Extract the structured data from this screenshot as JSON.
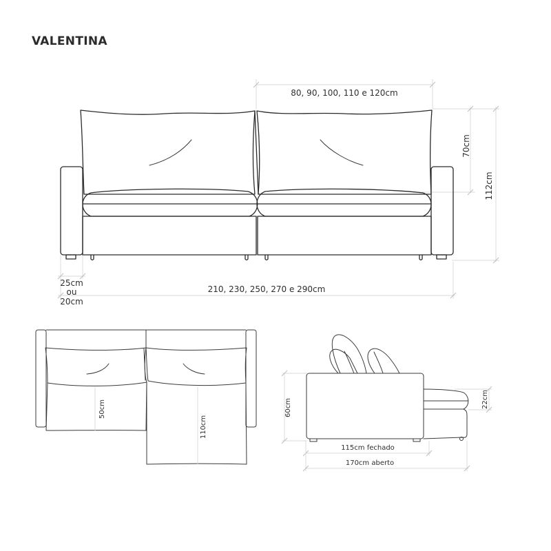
{
  "title": "VALENTINA",
  "front_view": {
    "backrest_width_label": "80, 90, 100, 110 e 120cm",
    "backrest_height_label": "70cm",
    "total_height_label": "112cm",
    "total_width_label": "210, 230, 250, 270 e 290cm",
    "armrest_width_line1": "25cm",
    "armrest_width_line2": "ou",
    "armrest_width_line3": "20cm"
  },
  "top_view": {
    "seat_depth_label": "50cm",
    "extended_depth_label": "110cm"
  },
  "side_view": {
    "seat_height_label": "60cm",
    "footrest_height_label": "22cm",
    "closed_depth_label": "115cm fechado",
    "open_depth_label": "170cm aberto"
  },
  "colors": {
    "line": "#2a2a2a",
    "dimension_line": "#d8d8d8",
    "text": "#2e2e2e",
    "background": "#ffffff"
  }
}
